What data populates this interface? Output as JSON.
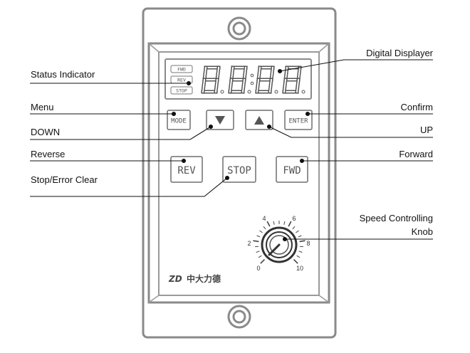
{
  "callouts": {
    "status_indicator": "Status Indicator",
    "digital_displayer": "Digital Displayer",
    "menu": "Menu",
    "confirm": "Confirm",
    "down": "DOWN",
    "up": "UP",
    "reverse": "Reverse",
    "forward": "Forward",
    "stop_error_clear": "Stop/Error Clear",
    "speed_knob_line1": "Speed Controlling",
    "speed_knob_line2": "Knob"
  },
  "indicators": [
    "FWD",
    "REV",
    "STOP"
  ],
  "buttons": {
    "mode": "MODE",
    "enter": "ENTER",
    "rev": "REV",
    "stop": "STOP",
    "fwd": "FWD"
  },
  "dial": {
    "scale": [
      "0",
      "2",
      "4",
      "6",
      "8",
      "10"
    ]
  },
  "brand": {
    "logo": "ZD",
    "name": "中大力德"
  },
  "colors": {
    "panel_stroke": "#888888",
    "line": "#111111",
    "button_stroke": "#666666"
  }
}
